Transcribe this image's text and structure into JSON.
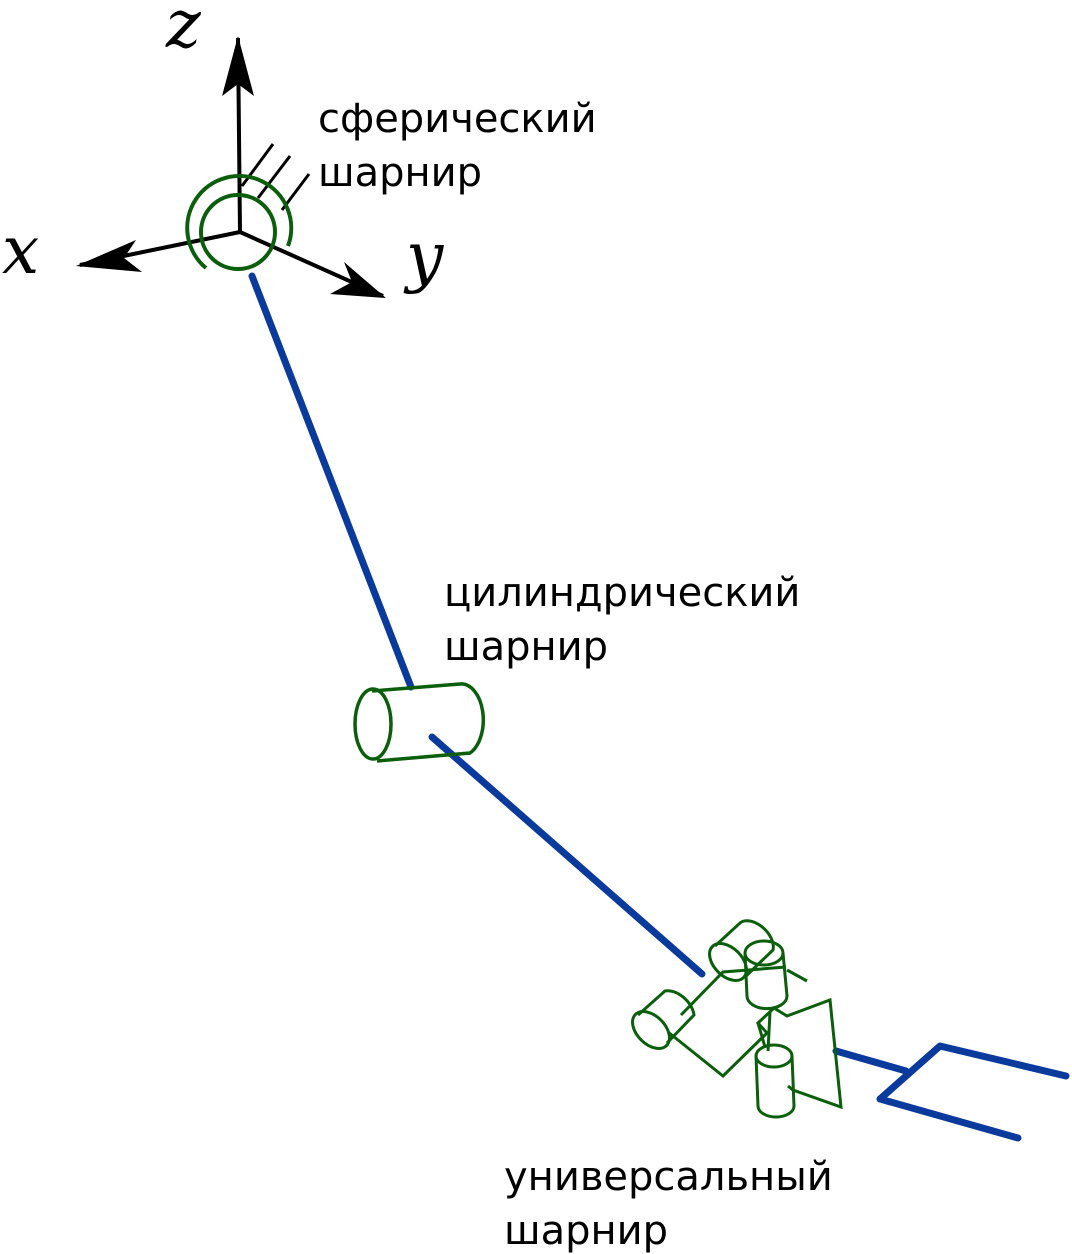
{
  "axes": {
    "x": "x",
    "y": "y",
    "z": "z"
  },
  "joints": {
    "spherical": {
      "line1": "сферический",
      "line2": "шарнир"
    },
    "cylindrical": {
      "line1": "цилиндрический",
      "line2": "шарнир"
    },
    "universal": {
      "line1": "универсальный",
      "line2": "шарнир"
    }
  },
  "colors": {
    "link": "#0a3a9c",
    "joint": "#0b5e0b",
    "axis": "#000000"
  }
}
